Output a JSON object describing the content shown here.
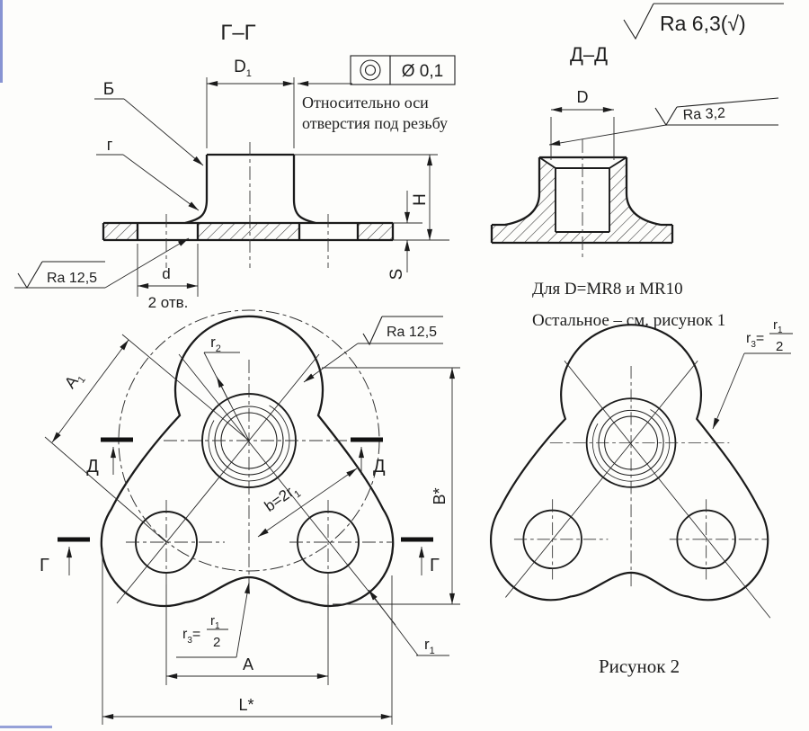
{
  "title_labels": {
    "section_gg": "Г–Г",
    "section_dd": "Д–Д",
    "figure_caption": "Рисунок 2"
  },
  "notes": {
    "for_d": "Для  D=MR8 и MR10",
    "rest": "Остальное – см. рисунок 1",
    "two_holes": "2 отв."
  },
  "tolerance_frame": {
    "icon": "concentricity",
    "value": "Ø 0,1",
    "note_line1": "Относительно оси",
    "note_line2": "отверстия под резьбу"
  },
  "roughness": {
    "general": "Ra 6,3(√)",
    "flange_bottom": "Ra 12,5",
    "plan_top": "Ra 12,5",
    "thread_hole": "Ra 3,2"
  },
  "datum_labels": {
    "boss_surface": "Б",
    "fillet": "г"
  },
  "section_marks": {
    "g": "Г",
    "d": "Д"
  },
  "dims": {
    "D1_base": "D",
    "D1_sub": "1",
    "D": "D",
    "H": "H",
    "S": "S",
    "d": "d",
    "A": "A",
    "A1_base": "A",
    "A1_sub": "1",
    "B_star": "B*",
    "L_star": "L*",
    "b_base": "b=2r",
    "b_sub": "1",
    "r1_base": "r",
    "r1_sub": "1",
    "r2_base": "r",
    "r2_sub": "2",
    "r3_lhs_base": "r",
    "r3_lhs_sub": "3",
    "r3_eq": "=",
    "r3_num_base": "r",
    "r3_num_sub": "1",
    "r3_den": "2"
  },
  "colors": {
    "ink": "#1e1e1e",
    "paper": "#fdfdfb",
    "scan_edge": "#6a79c9"
  }
}
